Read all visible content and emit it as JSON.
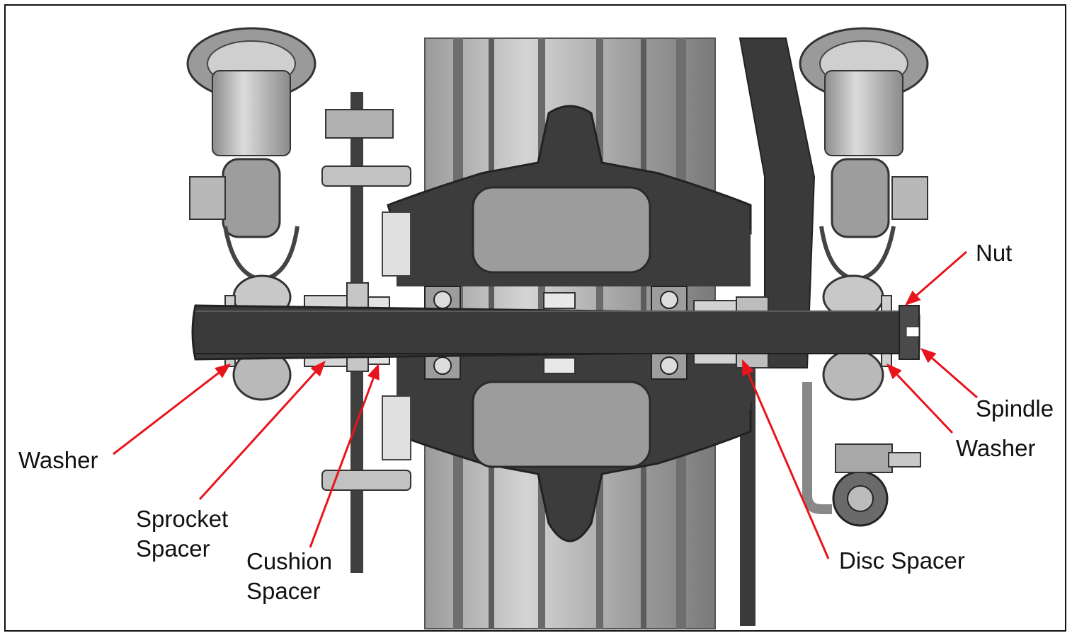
{
  "labels": {
    "nut": "Nut",
    "spindle": "Spindle",
    "washer_right": "Washer",
    "washer_left": "Washer",
    "sprocket_spacer": [
      "Sprocket",
      "Spacer"
    ],
    "cushion_spacer": [
      "Cushion",
      "Spacer"
    ],
    "disc_spacer": "Disc Spacer"
  },
  "colors": {
    "arrow": "#e8141b",
    "frame": "#111111",
    "dark_metal": "#3c3c3c",
    "mid_metal": "#8a8a8a",
    "light_metal": "#c8c8c8",
    "background": "#ffffff"
  }
}
